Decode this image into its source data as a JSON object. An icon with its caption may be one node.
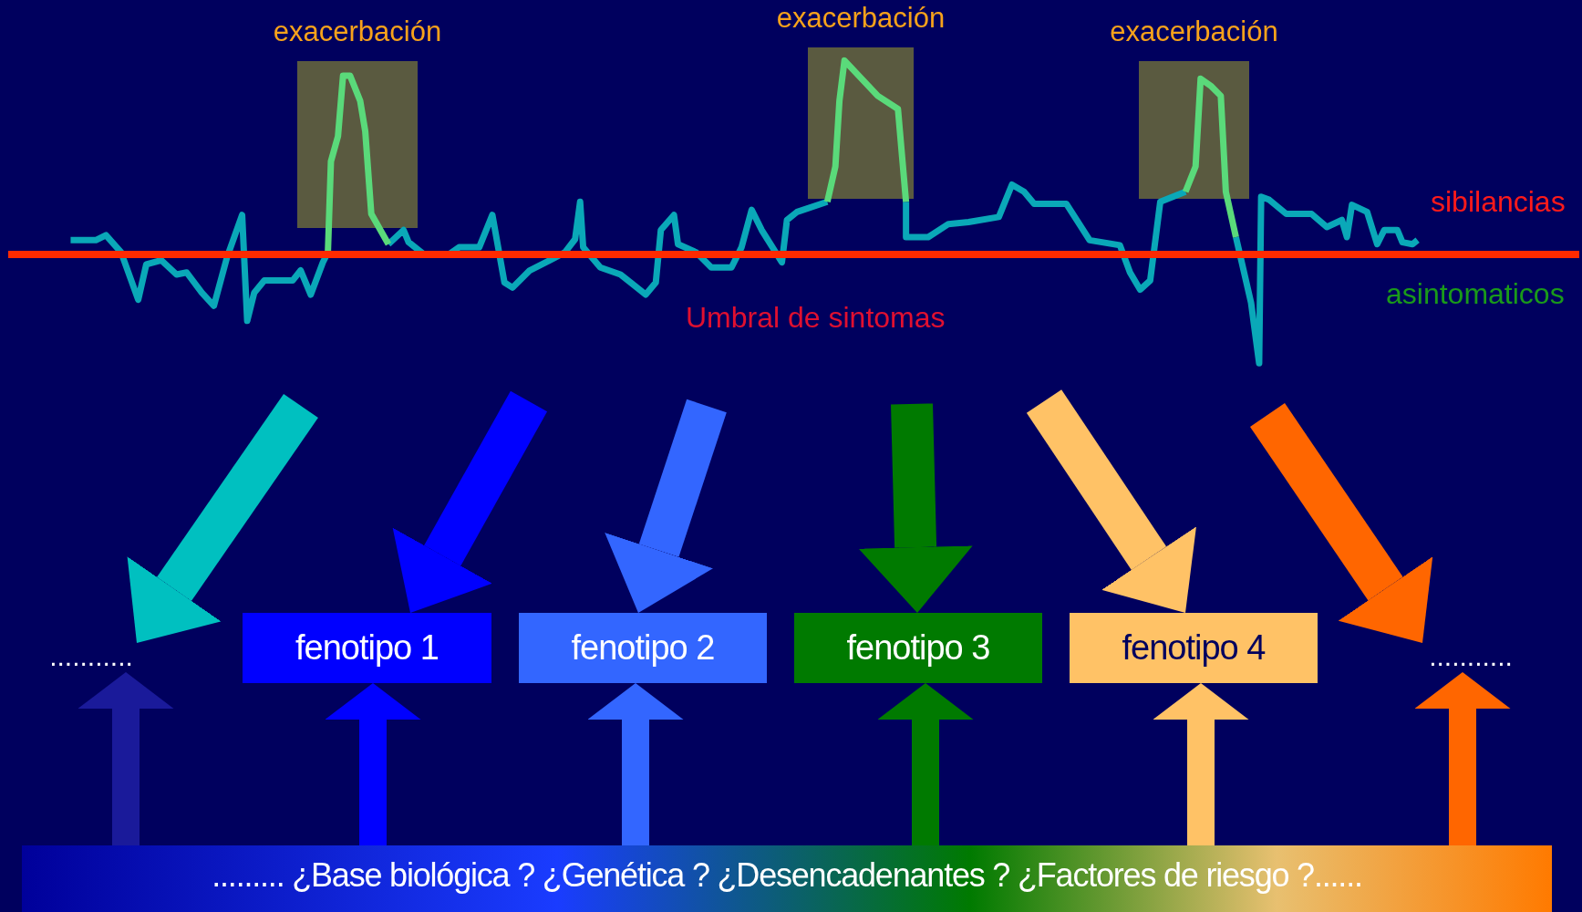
{
  "diagram": {
    "nodes": [
      {
        "text": [
          "exacerbación"
        ]
      },
      {
        "text": [
          "exacerbación"
        ]
      },
      {
        "text": [
          "exacerbación"
        ]
      },
      {
        "text": [
          "..........."
        ]
      },
      {
        "text": [
          "fenotipo 1"
        ]
      },
      {
        "text": [
          "fenotipo 2"
        ]
      },
      {
        "text": [
          "fenotipo 3"
        ]
      },
      {
        "text": [
          "fenotipo 4"
        ]
      },
      {
        "text": [
          "..........."
        ]
      },
      {
        "text": [
          "......... ¿Base biológica ? ¿Genética ? ¿Desencadenantes ? ¿Factores de riesgo ?......"
        ]
      }
    ],
    "edges": [
      {
        "from": null,
        "to": 3,
        "arrow": "to",
        "color": "#00c0c0"
      },
      {
        "from": null,
        "to": 4,
        "arrow": "to",
        "color": "#0000ff"
      },
      {
        "from": null,
        "to": 5,
        "arrow": "to",
        "color": "#3366ff"
      },
      {
        "from": null,
        "to": 6,
        "arrow": "to",
        "color": "#007a00"
      },
      {
        "from": null,
        "to": 7,
        "arrow": "to",
        "color": "#ffc266"
      },
      {
        "from": null,
        "to": 8,
        "arrow": "to",
        "color": "#ff6600"
      },
      {
        "from": 9,
        "to": 3,
        "arrow": "to",
        "color": "#1a1a9a"
      },
      {
        "from": 9,
        "to": 4,
        "arrow": "to",
        "color": "#0000ff"
      },
      {
        "from": 9,
        "to": 5,
        "arrow": "to",
        "color": "#3366ff"
      },
      {
        "from": 9,
        "to": 6,
        "arrow": "to",
        "color": "#007a00"
      },
      {
        "from": 9,
        "to": 7,
        "arrow": "to",
        "color": "#ffc266"
      },
      {
        "from": 9,
        "to": 8,
        "arrow": "to",
        "color": "#ff6600"
      }
    ],
    "labels": [
      "sibilancias",
      "asintomaticos",
      "Umbral de sintomas"
    ]
  }
}
